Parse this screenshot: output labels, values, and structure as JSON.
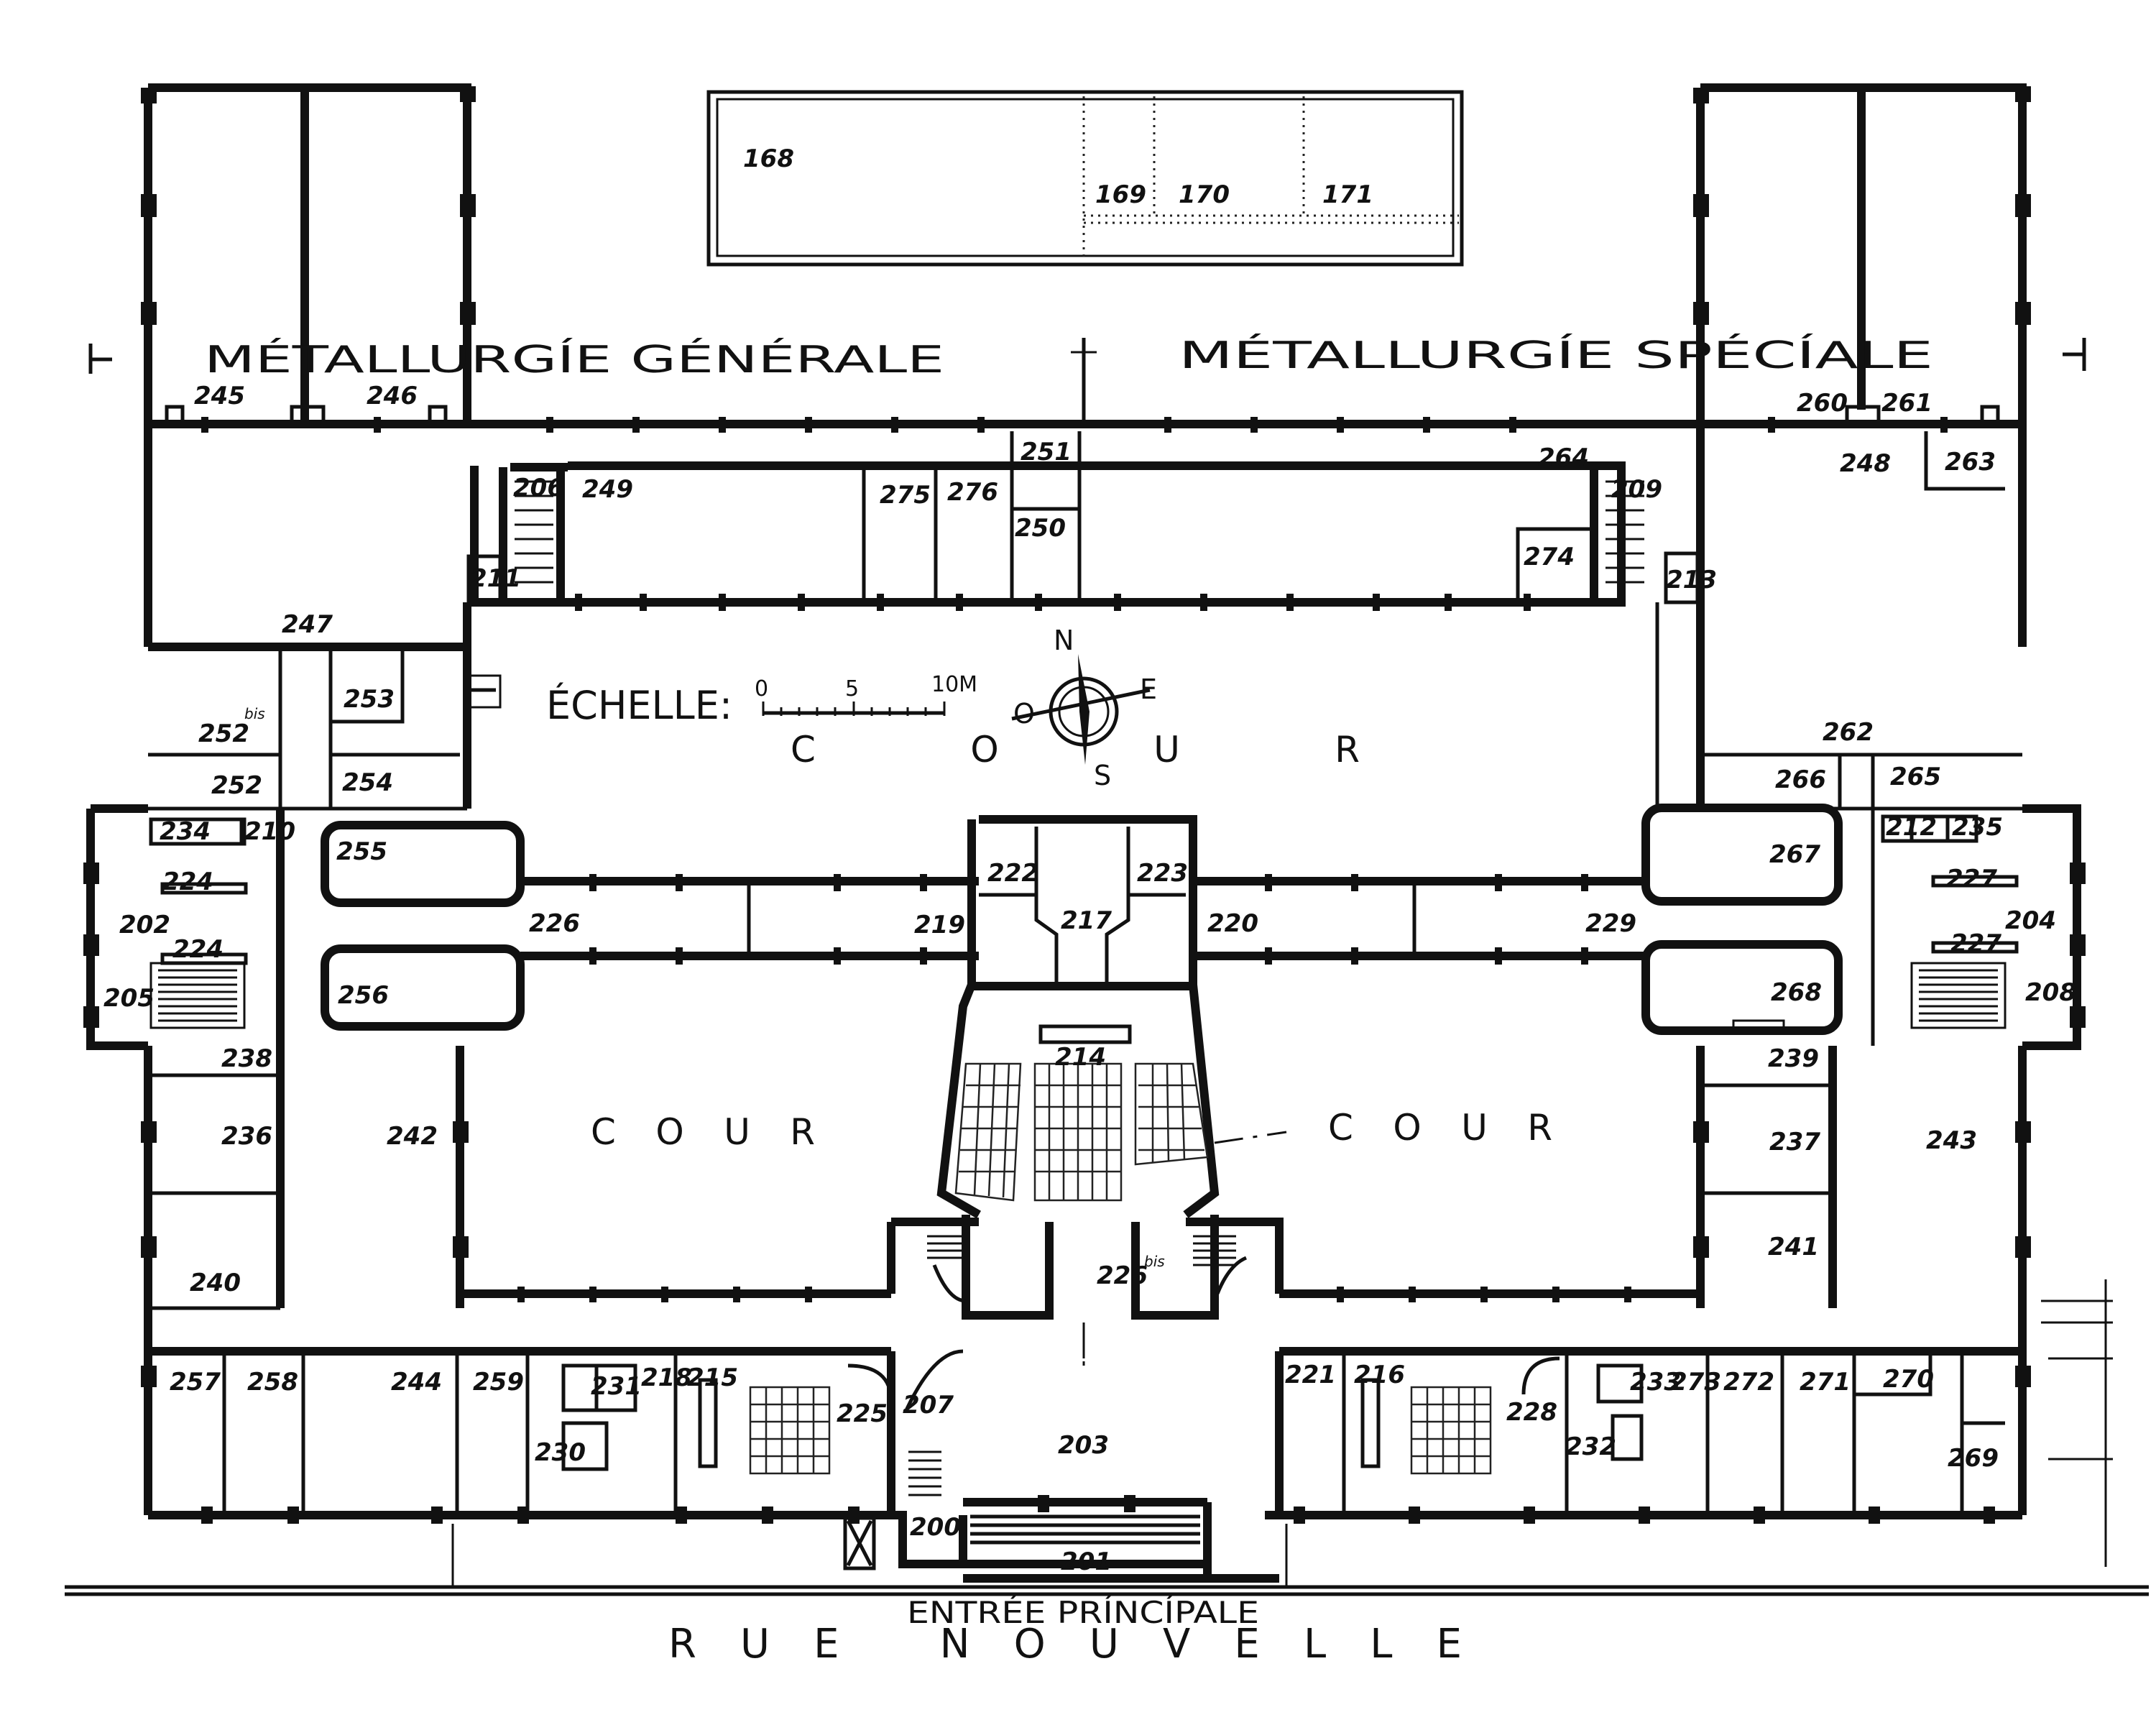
{
  "wing_labels": {
    "left": "MÉTALLURGÍE GÉNÉRALE",
    "right": "MÉTALLURGÍE SPÉCÍALE"
  },
  "courtyards": {
    "north": "COUR",
    "southwest": "COUR",
    "southeast": "COUR"
  },
  "street": "RUE NOUVELLE",
  "entrance": "ENTRÉE PRÍNCÍPALE",
  "scale": {
    "title": "ÉCHELLE:",
    "ticks": [
      "0",
      "5",
      "10M"
    ]
  },
  "compass": {
    "north": "N",
    "south": "S",
    "east": "E",
    "west": "O"
  },
  "bis_mark": "bis",
  "rooms": {
    "r168": "168",
    "r169": "169",
    "r170": "170",
    "r171": "171",
    "r245": "245",
    "r246": "246",
    "r260": "260",
    "r261": "261",
    "r248": "248",
    "r263": "263",
    "r206": "206",
    "r249": "249",
    "r275": "275",
    "r276": "276",
    "r251": "251",
    "r250": "250",
    "r264": "264",
    "r209": "209",
    "r274": "274",
    "r211": "211",
    "r213": "213",
    "r247": "247",
    "r253": "253",
    "r252bis": "252",
    "r252": "252",
    "r254": "254",
    "r262": "262",
    "r266": "266",
    "r265": "265",
    "r234": "234",
    "r210": "210",
    "r255": "255",
    "r224a": "224",
    "r202": "202",
    "r224b": "224",
    "r205": "205",
    "r256": "256",
    "r226": "226",
    "r219": "219",
    "r222": "222",
    "r223": "223",
    "r217": "217",
    "r220": "220",
    "r229": "229",
    "r267": "267",
    "r268": "268",
    "r212": "212",
    "r235": "235",
    "r227a": "227",
    "r204": "204",
    "r227b": "227",
    "r208": "208",
    "r214": "214",
    "r238": "238",
    "r236": "236",
    "r242": "242",
    "r240": "240",
    "r239": "239",
    "r237": "237",
    "r243": "243",
    "r241": "241",
    "r226bis": "226",
    "r257": "257",
    "r258": "258",
    "r244": "244",
    "r259": "259",
    "r231": "231",
    "r218": "218",
    "r215": "215",
    "r230": "230",
    "r225": "225",
    "r207": "207",
    "r203": "203",
    "r221": "221",
    "r216": "216",
    "r228": "228",
    "r233": "233",
    "r273": "273",
    "r272": "272",
    "r271": "271",
    "r270": "270",
    "r232": "232",
    "r269": "269",
    "r200": "200",
    "r201": "201"
  },
  "colors": {
    "ink": "#111111",
    "paper": "#ffffff"
  }
}
